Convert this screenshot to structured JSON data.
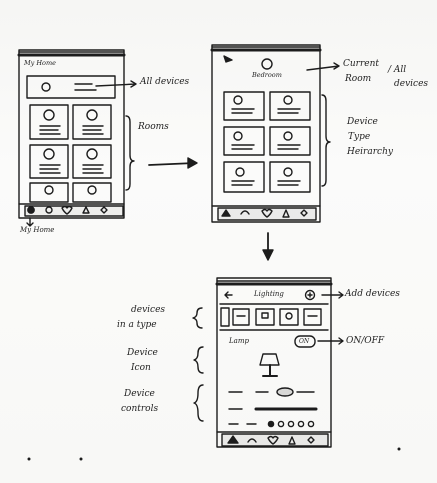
{
  "screen1": {
    "header_title": "My Home",
    "bottom_label": "My Home"
  },
  "screen2": {
    "header_title": "Bedroom"
  },
  "screen3": {
    "header_title": "Lighting",
    "device_label": "Lamp",
    "toggle_text": "ON"
  },
  "annotations": {
    "all_devices": "All devices",
    "rooms": "Rooms",
    "current_room": "Current",
    "current_room_2": "Room",
    "all_devices_2": "/ All",
    "all_devices_3": "devices",
    "device_type_hierarchy_1": "Device",
    "device_type_hierarchy_2": "Type",
    "device_type_hierarchy_3": "Heirarchy",
    "add_devices": "Add devices",
    "on_off": "ON/OFF",
    "devices_in_type_1": "devices",
    "devices_in_type_2": "in a type",
    "device_icon_1": "Device",
    "device_icon_2": "Icon",
    "device_controls_1": "Device",
    "device_controls_2": "controls"
  }
}
